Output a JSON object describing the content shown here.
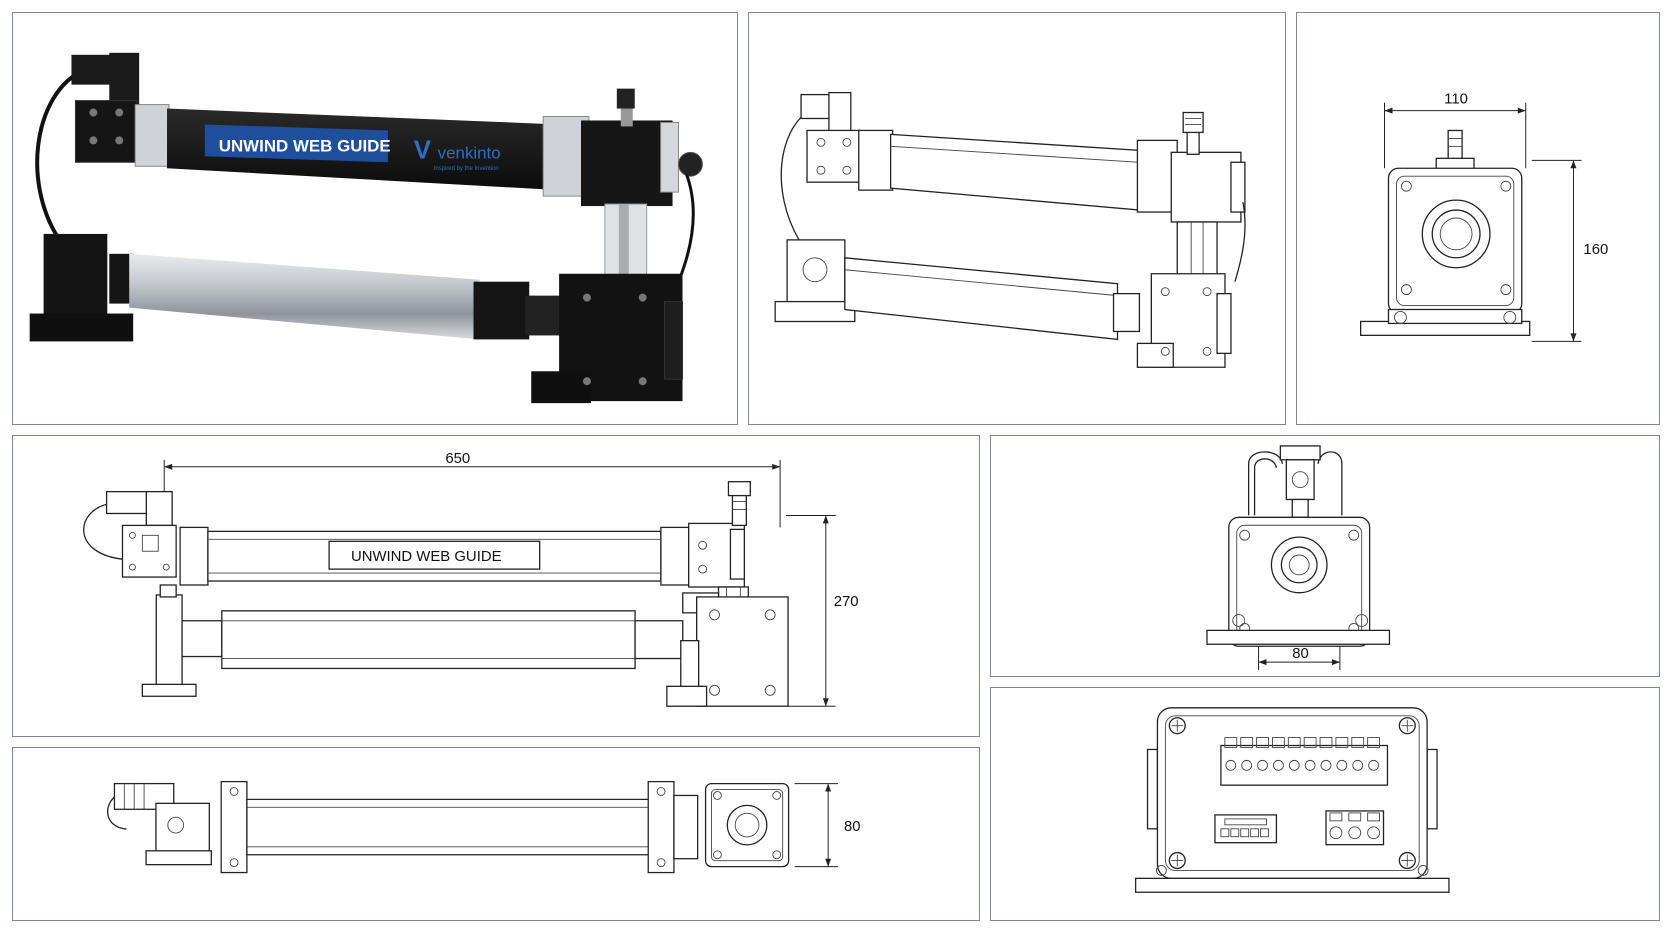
{
  "product": {
    "label": "UNWIND WEB GUIDE",
    "brand": "venkinto",
    "brand_tagline": "Inspired by the Invention"
  },
  "dimensions": {
    "side_width": "110",
    "side_height": "160",
    "front_length": "650",
    "front_height": "270",
    "end_width": "80",
    "top_depth": "80"
  },
  "colors": {
    "panel_border": "#7c88a6",
    "body_black": "#141414",
    "label_blue": "#1f4e9c",
    "roller_silver": "#b9bec4"
  }
}
